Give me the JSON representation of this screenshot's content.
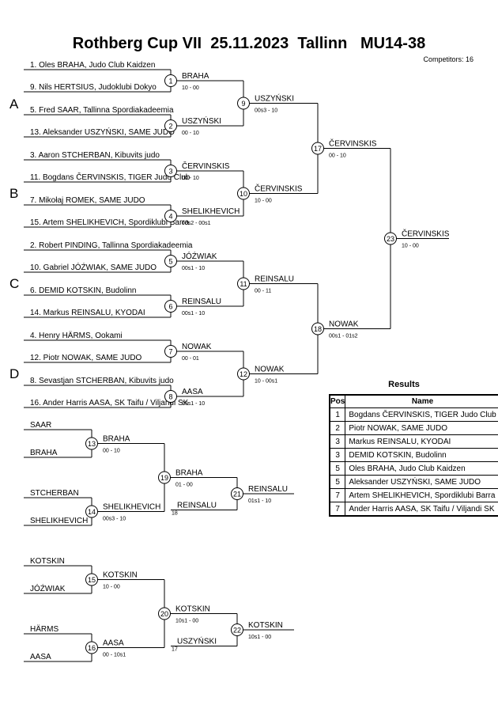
{
  "header": {
    "title": "Rothberg Cup VII  25.11.2023  Tallinn   MU14-38",
    "competitors": "Competitors: 16"
  },
  "pools": [
    "A",
    "B",
    "C",
    "D"
  ],
  "entrants": [
    "1. Oles BRAHA, Judo Club Kaidzen",
    "9. Nils HERTSIUS, Judoklubi Dokyo",
    "5. Fred SAAR, Tallinna Spordiakadeemia",
    "13. Aleksander USZYŃSKI, SAME JUDO",
    "3. Aaron STCHERBAN, Kibuvits judo",
    "11. Bogdans ČERVINSKIS, TIGER Judo Club",
    "7. Mikołaj ROMEK, SAME JUDO",
    "15. Artem SHELIKHEVICH, Spordiklubi Barra",
    "2. Robert PINDING, Tallinna Spordiakadeemia",
    "10. Gabriel JÓŹWIAK, SAME JUDO",
    "6. DEMID KOTSKIN, Budolinn",
    "14. Markus REINSALU, KYODAI",
    "4. Henry HÄRMS, Ookami",
    "12. Piotr NOWAK, SAME JUDO",
    "8. Sevastjan STCHERBAN, Kibuvits judo",
    "16. Ander  Harris AASA, SK Taifu / Viljandi SK"
  ],
  "main_matches": [
    {
      "no": "1",
      "winner": "BRAHA",
      "score": "10 - 00"
    },
    {
      "no": "2",
      "winner": "USZYŃSKI",
      "score": "00 - 10"
    },
    {
      "no": "3",
      "winner": "ČERVINSKIS",
      "score": "00 - 10"
    },
    {
      "no": "4",
      "winner": "SHELIKHEVICH",
      "score": "00s2 - 00s1"
    },
    {
      "no": "5",
      "winner": "JÓŹWIAK",
      "score": "00s1 - 10"
    },
    {
      "no": "6",
      "winner": "REINSALU",
      "score": "00s1 - 10"
    },
    {
      "no": "7",
      "winner": "NOWAK",
      "score": "00 - 01"
    },
    {
      "no": "8",
      "winner": "AASA",
      "score": "00s1 - 10"
    },
    {
      "no": "9",
      "winner": "USZYŃSKI",
      "score": "00s3 - 10"
    },
    {
      "no": "10",
      "winner": "ČERVINSKIS",
      "score": "10 - 00"
    },
    {
      "no": "11",
      "winner": "REINSALU",
      "score": "00 - 11"
    },
    {
      "no": "12",
      "winner": "NOWAK",
      "score": "10 - 00s1"
    },
    {
      "no": "17",
      "winner": "ČERVINSKIS",
      "score": "00 - 10"
    },
    {
      "no": "18",
      "winner": "NOWAK",
      "score": "00s1 - 01s2"
    },
    {
      "no": "23",
      "winner": "ČERVINSKIS",
      "score": "10 - 00"
    }
  ],
  "repechage_1": {
    "entrants": [
      "SAAR",
      "BRAHA",
      "STCHERBAN",
      "SHELIKHEVICH"
    ],
    "m13": {
      "no": "13",
      "winner": "BRAHA",
      "score": "00 - 10"
    },
    "m14": {
      "no": "14",
      "winner": "SHELIKHEVICH",
      "score": "00s3 - 10"
    },
    "m19": {
      "no": "19",
      "winner": "BRAHA",
      "score": "01 - 00"
    },
    "loser_in": "REINSALU",
    "loser_from": "18",
    "m21": {
      "no": "21",
      "winner": "REINSALU",
      "score": "01s1 - 10"
    }
  },
  "repechage_2": {
    "entrants": [
      "KOTSKIN",
      "JÓŹWIAK",
      "HÄRMS",
      "AASA"
    ],
    "m15": {
      "no": "15",
      "winner": "KOTSKIN",
      "score": "10 - 00"
    },
    "m16": {
      "no": "16",
      "winner": "AASA",
      "score": "00 - 10s1"
    },
    "m20": {
      "no": "20",
      "winner": "KOTSKIN",
      "score": "10s1 - 00"
    },
    "loser_in": "USZYŃSKI",
    "loser_from": "17",
    "m22": {
      "no": "22",
      "winner": "KOTSKIN",
      "score": "10s1 - 00"
    }
  },
  "results": {
    "title": "Results",
    "headers": [
      "Pos",
      "Name"
    ],
    "rows": [
      {
        "pos": "1",
        "name": "Bogdans ČERVINSKIS, TIGER Judo Club"
      },
      {
        "pos": "2",
        "name": "Piotr NOWAK, SAME JUDO"
      },
      {
        "pos": "3",
        "name": "Markus REINSALU, KYODAI"
      },
      {
        "pos": "3",
        "name": "DEMID KOTSKIN, Budolinn"
      },
      {
        "pos": "5",
        "name": "Oles BRAHA, Judo Club Kaidzen"
      },
      {
        "pos": "5",
        "name": "Aleksander USZYŃSKI, SAME JUDO"
      },
      {
        "pos": "7",
        "name": "Artem SHELIKHEVICH, Spordiklubi Barra"
      },
      {
        "pos": "7",
        "name": "Ander  Harris AASA, SK Taifu / Viljandi SK"
      }
    ]
  }
}
